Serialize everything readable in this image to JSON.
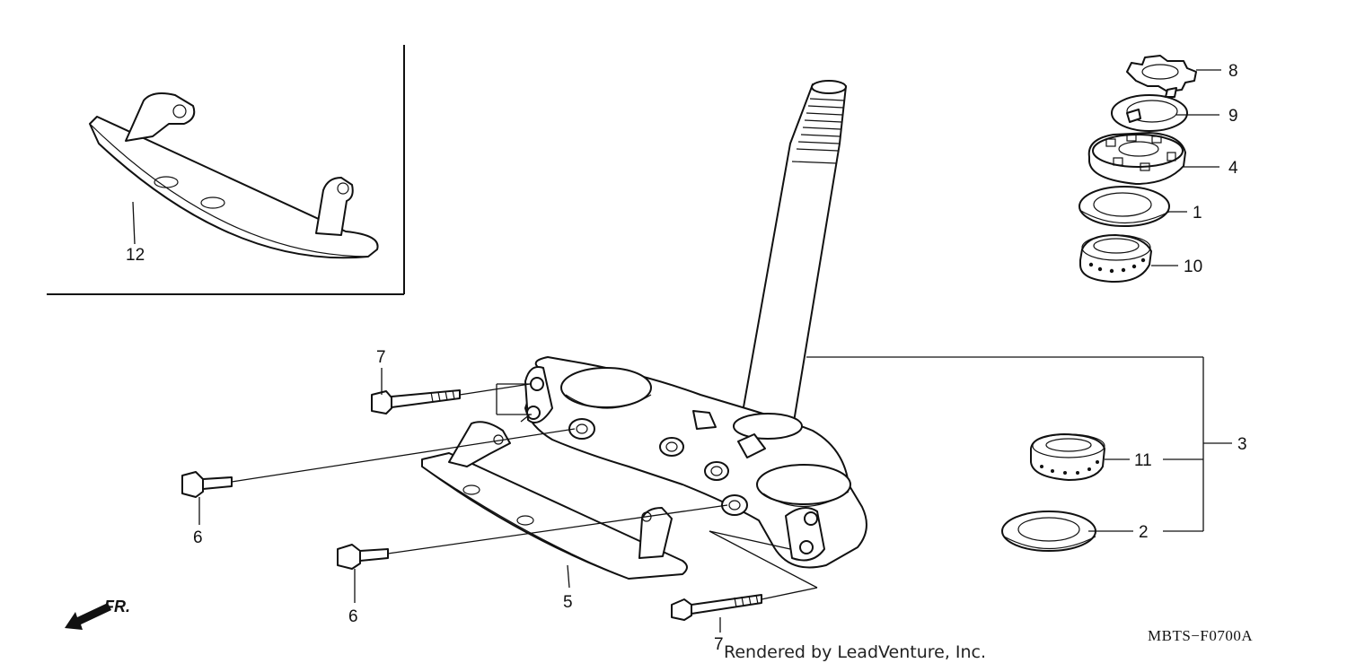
{
  "parts": {
    "p1": "1",
    "p2": "2",
    "p3": "3",
    "p4": "4",
    "p5": "5",
    "p6a": "6",
    "p6b": "6",
    "p7a": "7",
    "p7b": "7",
    "p8": "8",
    "p9": "9",
    "p10": "10",
    "p11": "11",
    "p12": "12"
  },
  "direction_marker": "FR.",
  "diagram_code": "MBTS−F0700A",
  "credit": "Rendered by LeadVenture, Inc.",
  "icons": {
    "front_arrow": "front-direction-arrow-icon"
  }
}
